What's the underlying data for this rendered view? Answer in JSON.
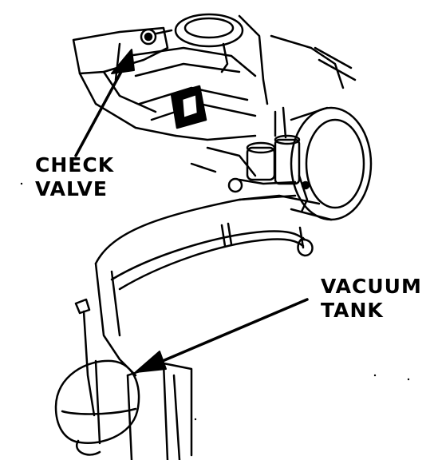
{
  "labels": {
    "check_valve": [
      "CHECK",
      "VALVE"
    ],
    "vacuum_tank": [
      "VACUUM",
      "TANK"
    ]
  },
  "colors": {
    "ink": "#000000",
    "paper": "#ffffff"
  }
}
